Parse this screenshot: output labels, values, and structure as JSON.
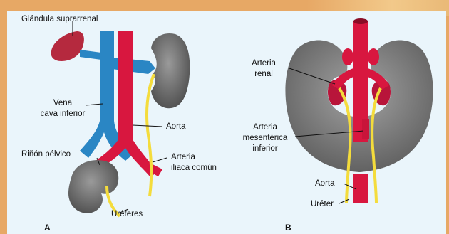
{
  "figure": {
    "panel_a": {
      "letter": "A",
      "labels": {
        "adrenal": "Glándula suprarrenal",
        "vena_cava_1": "Vena",
        "vena_cava_2": "cava inferior",
        "aorta": "Aorta",
        "pelvic_kidney": "Riñón pélvico",
        "iliac_1": "Arteria",
        "iliac_2": "iliaca común",
        "ureters": "Uréteres"
      }
    },
    "panel_b": {
      "letter": "B",
      "labels": {
        "renal_1": "Arteria",
        "renal_2": "renal",
        "mesenteric_1": "Arteria",
        "mesenteric_2": "mesentérica",
        "mesenteric_3": "inferior",
        "aorta": "Aorta",
        "ureter": "Uréter"
      }
    }
  },
  "colors": {
    "artery": "#d8173f",
    "vein": "#2a86c4",
    "kidney": "#6f6f6f",
    "ureter": "#f4dc3c",
    "adrenal": "#b5293e",
    "panel": "#eaf5fb",
    "page": "#e7a865"
  }
}
